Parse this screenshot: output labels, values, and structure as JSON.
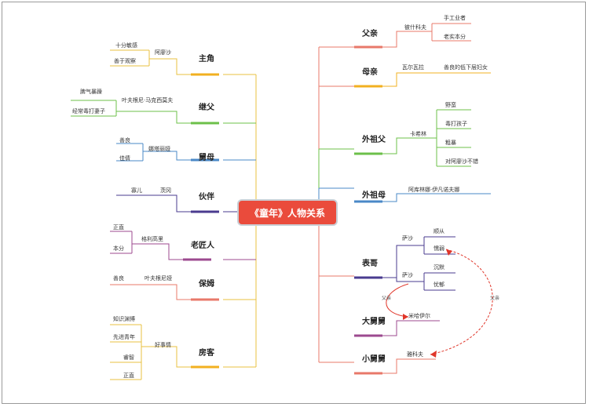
{
  "center": {
    "label": "《童年》人物关系"
  },
  "left": [
    {
      "label": "主角",
      "sub": "阿廖沙",
      "traits": [
        "十分敏感",
        "善于观察"
      ]
    },
    {
      "label": "继父",
      "sub": "叶夫根尼·马克西莫夫",
      "traits": [
        "脾气暴躁",
        "经常毒打妻子"
      ]
    },
    {
      "label": "舅母",
      "sub": "娜塔丽娅",
      "traits": [
        "善良",
        "佳倩"
      ]
    },
    {
      "label": "伙伴",
      "subs": [
        "寡儿",
        "茨冈"
      ]
    },
    {
      "label": "老匠人",
      "sub": "格利高里",
      "traits": [
        "正直",
        "本分"
      ]
    },
    {
      "label": "保姆",
      "sub": "叶夫根尼娅",
      "traits": [
        "善良"
      ]
    },
    {
      "label": "房客",
      "sub": "好事情",
      "traits": [
        "知识渊博",
        "先进青年",
        "睿智",
        "正直"
      ]
    }
  ],
  "right": [
    {
      "label": "父亲",
      "sub": "彼什科夫",
      "traits": [
        "手工业者",
        "老实本分"
      ]
    },
    {
      "label": "母亲",
      "sub": "瓦尔瓦拉",
      "traits": [
        "善良的低下层妇女"
      ]
    },
    {
      "label": "外祖父",
      "sub": "卡希林",
      "traits": [
        "野蛮",
        "毒打孩子",
        "粗暴",
        "对阿廖沙不错"
      ]
    },
    {
      "label": "外祖母",
      "sub": "阿库林娜·伊凡诺夫娜"
    },
    {
      "label": "表哥",
      "subs": [
        {
          "name": "萨沙",
          "traits": [
            "顺从",
            "懦弱"
          ]
        },
        {
          "name": "萨沙",
          "traits": [
            "沉默",
            "忧郁"
          ]
        }
      ]
    },
    {
      "label": "大舅舅",
      "sub": "米哈伊尔"
    },
    {
      "label": "小舅舅",
      "sub": "雅科夫"
    }
  ],
  "relations": [
    "父亲",
    "父亲"
  ]
}
